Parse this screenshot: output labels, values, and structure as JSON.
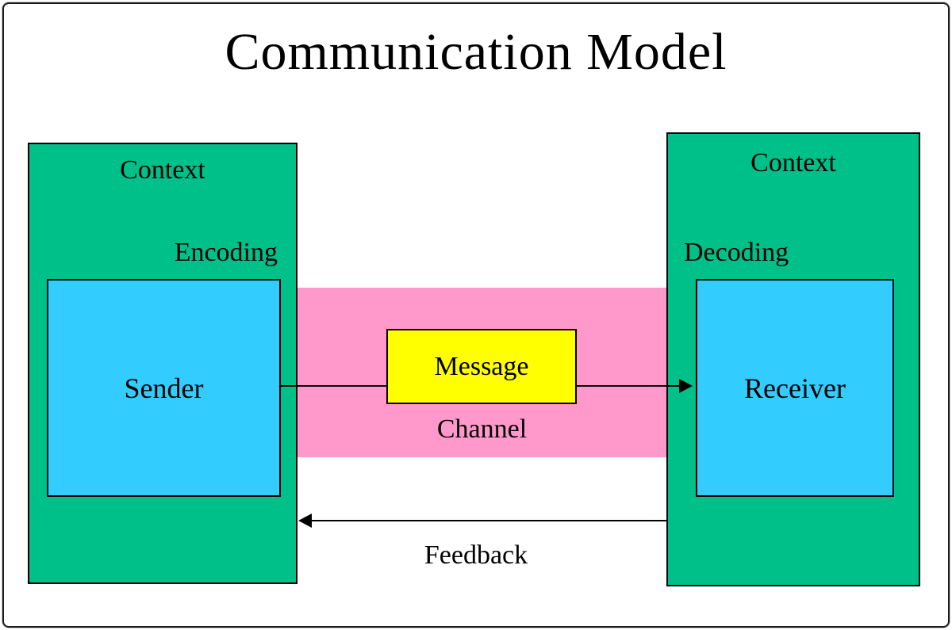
{
  "title": "Communication Model",
  "colors": {
    "green": "#00C08A",
    "cyan": "#33CCFF",
    "pink": "#FF99CC",
    "yellow": "#FFFF00"
  },
  "left_panel": {
    "context_label": "Context",
    "process_label": "Encoding",
    "box_label": "Sender"
  },
  "right_panel": {
    "context_label": "Context",
    "process_label": "Decoding",
    "box_label": "Receiver"
  },
  "channel": {
    "label": "Channel",
    "message_label": "Message"
  },
  "feedback": {
    "label": "Feedback"
  }
}
